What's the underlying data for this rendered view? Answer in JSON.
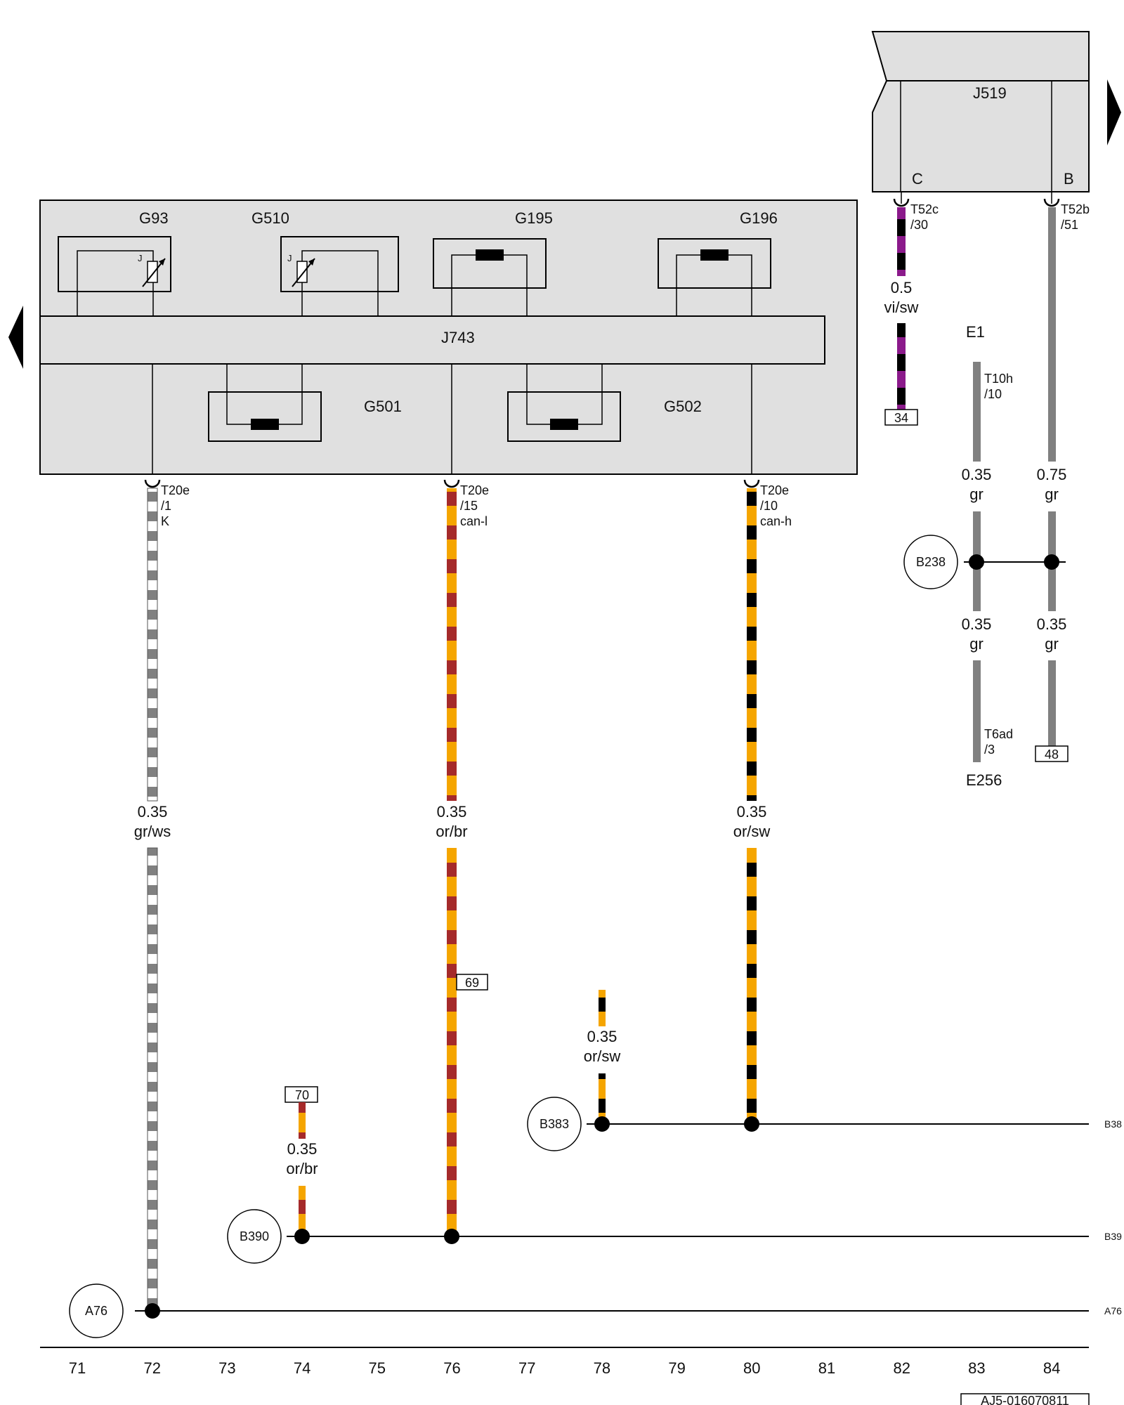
{
  "components": {
    "j519": "J519",
    "j519_pin_c": "C",
    "j519_pin_b": "B",
    "j743": "J743",
    "g93": "G93",
    "g510": "G510",
    "g195": "G195",
    "g196": "G196",
    "g501": "G501",
    "g502": "G502",
    "e1": "E1",
    "e256": "E256",
    "resistor_mark": "J"
  },
  "connectors": {
    "t20e_1": [
      "T20e",
      "/1",
      "K"
    ],
    "t20e_15": [
      "T20e",
      "/15",
      "can-l"
    ],
    "t20e_10": [
      "T20e",
      "/10",
      "can-h"
    ],
    "t52c_30": [
      "T52c",
      "/30"
    ],
    "t52b_51": [
      "T52b",
      "/51"
    ],
    "t10h_10": [
      "T10h",
      "/10"
    ],
    "t6ad_3": [
      "T6ad",
      "/3"
    ]
  },
  "wires": {
    "w72": [
      "0.35",
      "gr/ws"
    ],
    "w76": [
      "0.35",
      "or/br"
    ],
    "w80": [
      "0.35",
      "or/sw"
    ],
    "w82": [
      "0.5",
      "vi/sw"
    ],
    "w83a": [
      "0.35",
      "gr"
    ],
    "w84a": [
      "0.75",
      "gr"
    ],
    "w83b": [
      "0.35",
      "gr"
    ],
    "w84b": [
      "0.35",
      "gr"
    ],
    "w78": [
      "0.35",
      "or/sw"
    ],
    "w74": [
      "0.35",
      "or/br"
    ]
  },
  "references": {
    "r34": "34",
    "r48": "48",
    "r69": "69",
    "r70": "70"
  },
  "splices": {
    "b238": "B238",
    "b383": "B383",
    "b390": "B390",
    "a76": "A76"
  },
  "edge_labels": {
    "b38": "B38",
    "b39": "B39",
    "a76": "A76"
  },
  "grid_numbers": [
    "71",
    "72",
    "73",
    "74",
    "75",
    "76",
    "77",
    "78",
    "79",
    "80",
    "81",
    "82",
    "83",
    "84"
  ],
  "document_id": "AJ5-016070811",
  "colors": {
    "housing_fill": "#e0e0e0",
    "gr": "#808080",
    "ws": "#ffffff",
    "or": "#f5a500",
    "br": "#a52a2a",
    "sw": "#000000",
    "vi": "#8b1a8b"
  }
}
